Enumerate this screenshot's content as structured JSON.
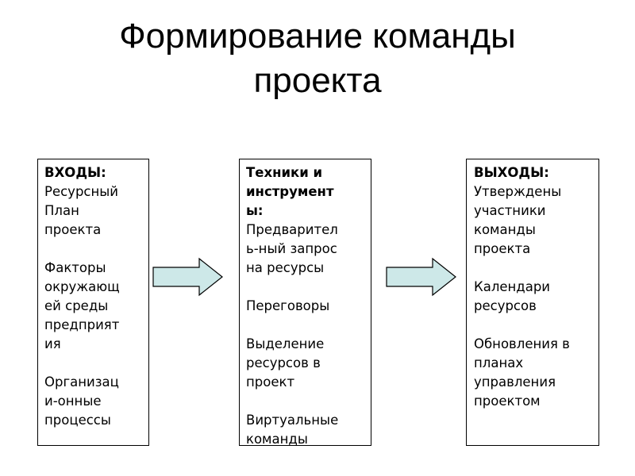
{
  "title": {
    "line1": "Формирование команды",
    "line2": "проекта"
  },
  "boxes": {
    "inputs": {
      "lines": [
        "ВХОДЫ:",
        "Ресурсный",
        "План",
        "проекта",
        "",
        "Факторы",
        "окружающ",
        "ей среды",
        "предприят",
        "ия",
        "",
        "Организац",
        "и-онные",
        "процессы"
      ]
    },
    "tools": {
      "lines": [
        "Техники и",
        "инструмент",
        "ы:",
        "Предварител",
        "ь-ный запрос",
        "на ресурсы",
        "",
        "Переговоры",
        "",
        "Выделение",
        "ресурсов в",
        "проект",
        "",
        "Виртуальные",
        "команды"
      ]
    },
    "outputs": {
      "lines": [
        "ВЫХОДЫ:",
        "Утверждены",
        "участники",
        "команды",
        "проекта",
        "",
        "Календари",
        "ресурсов",
        "",
        "Обновления в",
        "планах",
        "управления",
        "проектом"
      ]
    }
  },
  "colors": {
    "arrow_fill": "#cde8e8",
    "border": "#000000"
  },
  "icons": {
    "arrow": "right-arrow-icon"
  }
}
